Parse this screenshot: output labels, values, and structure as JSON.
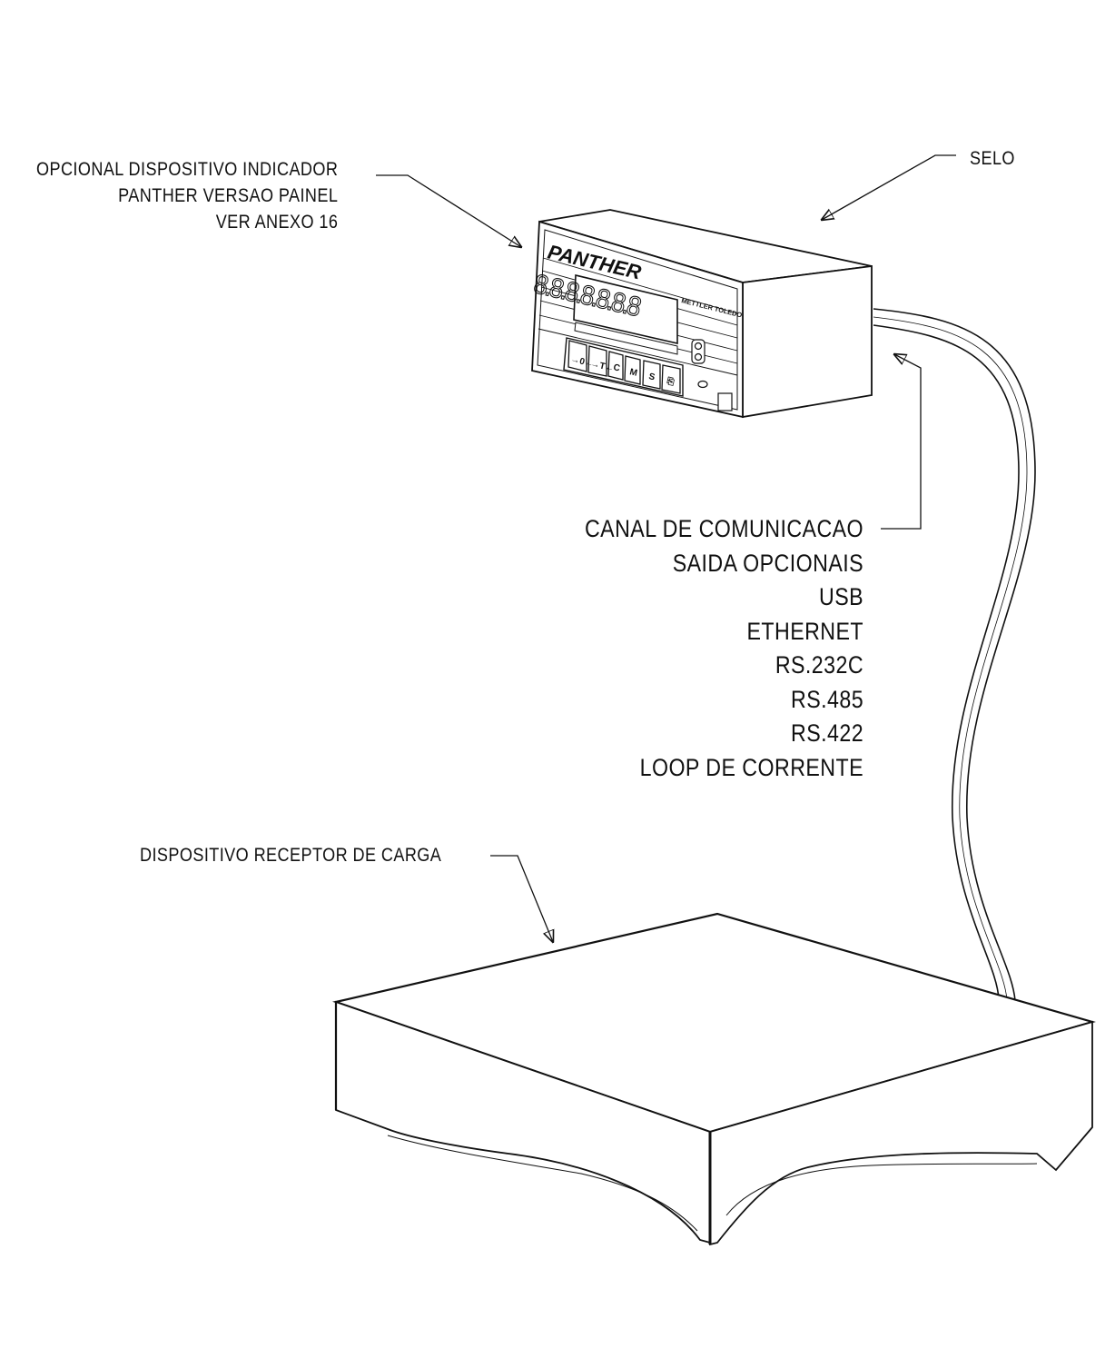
{
  "labels": {
    "indicator": [
      "OPCIONAL DISPOSITIVO INDICADOR",
      "PANTHER VERSAO PAINEL",
      "VER ANEXO 16"
    ],
    "seal": "SELO",
    "communication": [
      "CANAL DE COMUNICACAO",
      "SAIDA OPCIONAIS",
      "USB",
      "ETHERNET",
      "RS.232C",
      "RS.485",
      "RS.422",
      "LOOP DE CORRENTE"
    ],
    "receptor": "DISPOSITIVO RECEPTOR DE CARGA"
  },
  "device": {
    "brand": "PANTHER",
    "maker": "METTLER TOLEDO",
    "display": "8.8.8.8.8.8.8",
    "keys": [
      "→0←",
      "→T←",
      "C",
      "M",
      "S",
      "⎘"
    ]
  },
  "colors": {
    "ink": "#111111",
    "paper": "#ffffff"
  }
}
